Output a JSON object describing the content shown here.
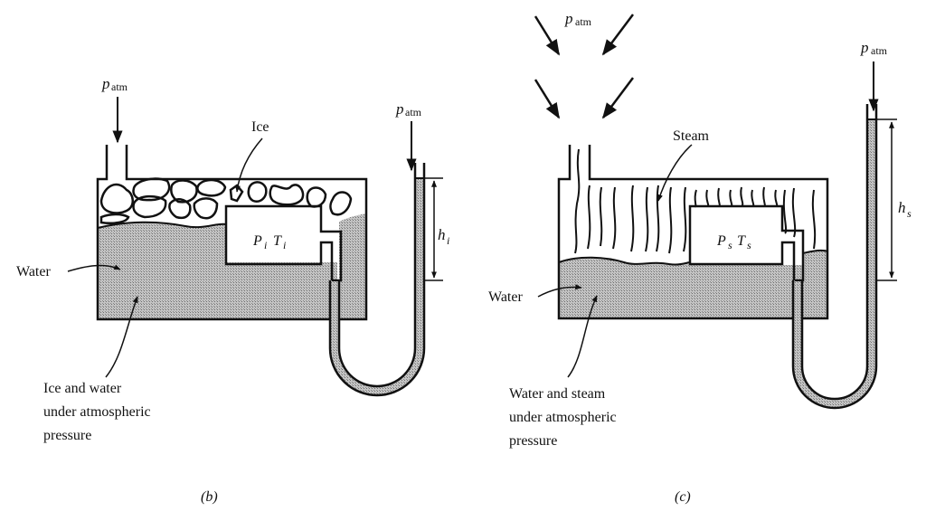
{
  "figure_b": {
    "caption": "(b)",
    "tank_inlet_pressure": {
      "symbol": "p",
      "subscript": "atm"
    },
    "manometer_pressure": {
      "symbol": "p",
      "subscript": "atm"
    },
    "label_ice": "Ice",
    "label_water": "Water",
    "bulb_label": {
      "p": "P",
      "p_sub": "i",
      "t": "T",
      "t_sub": "i"
    },
    "height_label": {
      "symbol": "h",
      "subscript": "i"
    },
    "note_lines": [
      "Ice and water",
      "under atmospheric",
      "pressure"
    ]
  },
  "figure_c": {
    "caption": "(c)",
    "ambient_pressure": {
      "symbol": "p",
      "subscript": "atm"
    },
    "manometer_pressure": {
      "symbol": "p",
      "subscript": "atm"
    },
    "label_steam": "Steam",
    "label_water": "Water",
    "bulb_label": {
      "p": "P",
      "p_sub": "s",
      "t": "T",
      "t_sub": "s"
    },
    "height_label": {
      "symbol": "h",
      "subscript": "s"
    },
    "note_lines": [
      "Water and steam",
      "under atmospheric",
      "pressure"
    ]
  },
  "colors": {
    "line": "#111111",
    "fluid_fill": "#a9a9a9"
  }
}
